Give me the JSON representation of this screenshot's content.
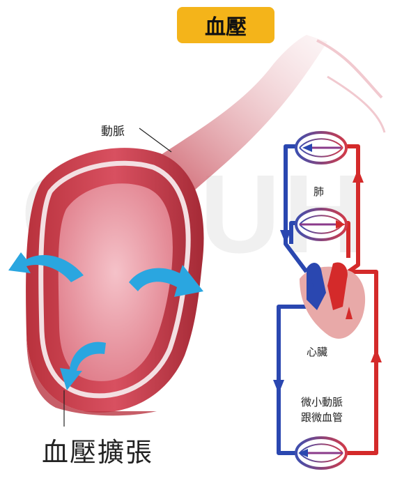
{
  "title": "血壓",
  "watermark": "CMUH",
  "labels": {
    "artery": "動脈",
    "lung": "肺",
    "heart": "心臟",
    "capillary_line1": "微小動脈",
    "capillary_line2": "跟微血管",
    "dilation": "血壓擴張"
  },
  "colors": {
    "title_bg": "#f4b41a",
    "vessel_red": "#d42a2a",
    "vessel_blue": "#2a47b0",
    "arrow_blue": "#2aa6e0",
    "artery_wall": "#c8434f"
  }
}
